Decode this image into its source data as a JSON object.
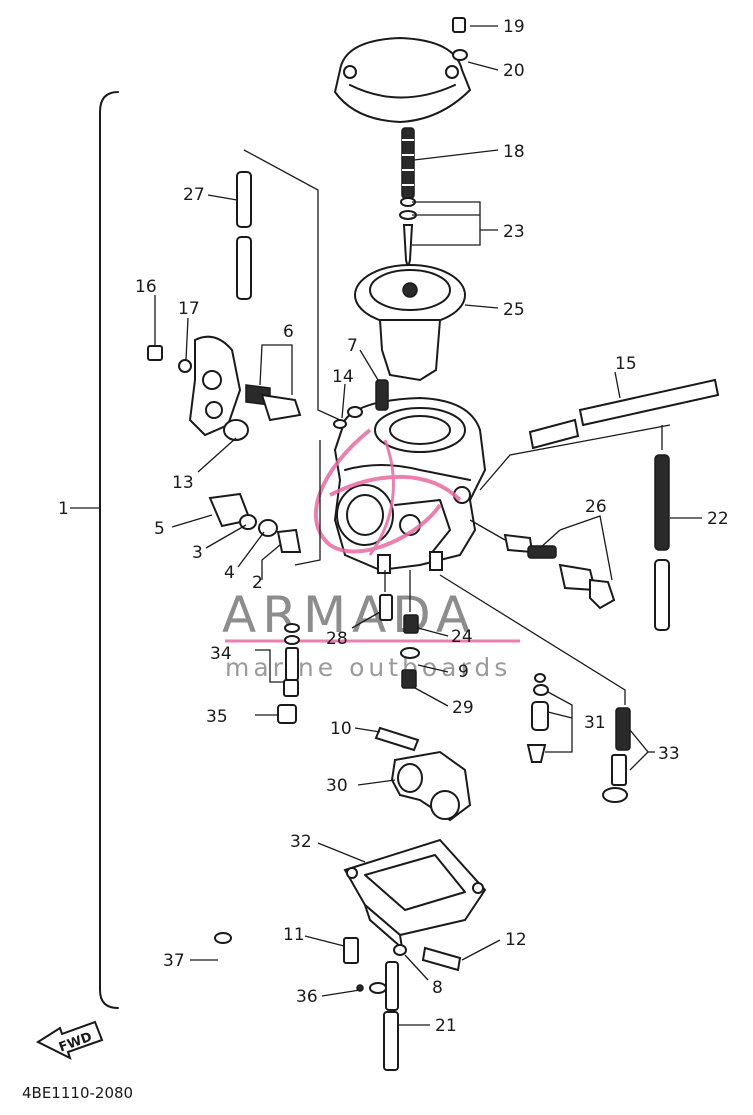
{
  "diagram": {
    "callouts": [
      {
        "id": "1",
        "text": "1"
      },
      {
        "id": "2",
        "text": "2"
      },
      {
        "id": "3",
        "text": "3"
      },
      {
        "id": "4",
        "text": "4"
      },
      {
        "id": "5",
        "text": "5"
      },
      {
        "id": "6",
        "text": "6"
      },
      {
        "id": "7",
        "text": "7"
      },
      {
        "id": "8",
        "text": "8"
      },
      {
        "id": "9",
        "text": "9"
      },
      {
        "id": "10",
        "text": "10"
      },
      {
        "id": "11",
        "text": "11"
      },
      {
        "id": "12",
        "text": "12"
      },
      {
        "id": "13",
        "text": "13"
      },
      {
        "id": "14",
        "text": "14"
      },
      {
        "id": "15",
        "text": "15"
      },
      {
        "id": "16",
        "text": "16"
      },
      {
        "id": "17",
        "text": "17"
      },
      {
        "id": "18",
        "text": "18"
      },
      {
        "id": "19",
        "text": "19"
      },
      {
        "id": "20",
        "text": "20"
      },
      {
        "id": "21",
        "text": "21"
      },
      {
        "id": "22",
        "text": "22"
      },
      {
        "id": "23",
        "text": "23"
      },
      {
        "id": "24",
        "text": "24"
      },
      {
        "id": "25",
        "text": "25"
      },
      {
        "id": "26",
        "text": "26"
      },
      {
        "id": "27",
        "text": "27"
      },
      {
        "id": "28",
        "text": "28"
      },
      {
        "id": "29",
        "text": "29"
      },
      {
        "id": "30",
        "text": "30"
      },
      {
        "id": "31",
        "text": "31"
      },
      {
        "id": "32",
        "text": "32"
      },
      {
        "id": "33",
        "text": "33"
      },
      {
        "id": "34",
        "text": "34"
      },
      {
        "id": "35",
        "text": "35"
      },
      {
        "id": "36",
        "text": "36"
      },
      {
        "id": "37",
        "text": "37"
      }
    ],
    "fwd_label": "FWD",
    "drawing_code": "4BE1110-2080"
  },
  "watermark": {
    "title": "ARMADA",
    "subtitle": "marine outboards",
    "logo": "armada-logo",
    "colors": {
      "text": "#7a7a7a",
      "logo": "#e86aa0"
    }
  },
  "colors": {
    "line": "#1a1a1a",
    "background": "#ffffff"
  }
}
